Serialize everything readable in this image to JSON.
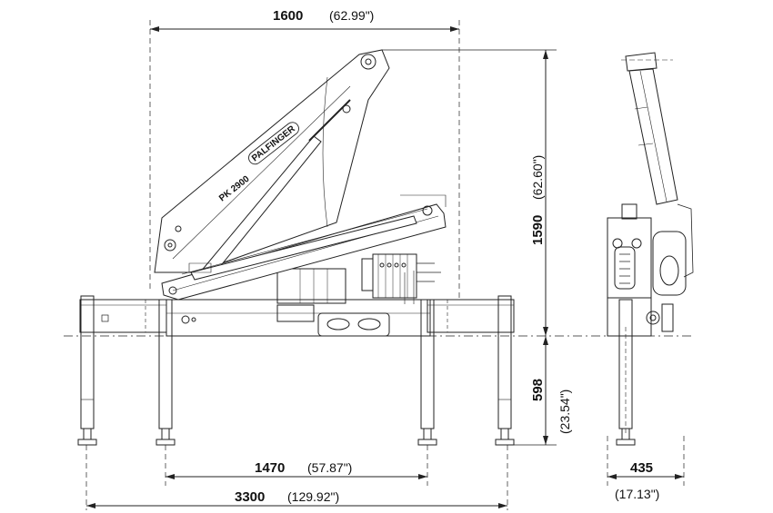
{
  "dimensions": {
    "top_width": {
      "mm": "1600",
      "in": "(62.99\")"
    },
    "height_total": {
      "mm": "1590",
      "in": "(62.60\")"
    },
    "height_base": {
      "mm": "598",
      "in": "(23.54\")"
    },
    "inner_span": {
      "mm": "1470",
      "in": "(57.87\")"
    },
    "outer_span": {
      "mm": "3300",
      "in": "(129.92\")"
    },
    "side_width": {
      "mm": "435",
      "in": "(17.13\")"
    }
  },
  "labels": {
    "model": "PK 2900",
    "brand": "PALFINGER"
  }
}
